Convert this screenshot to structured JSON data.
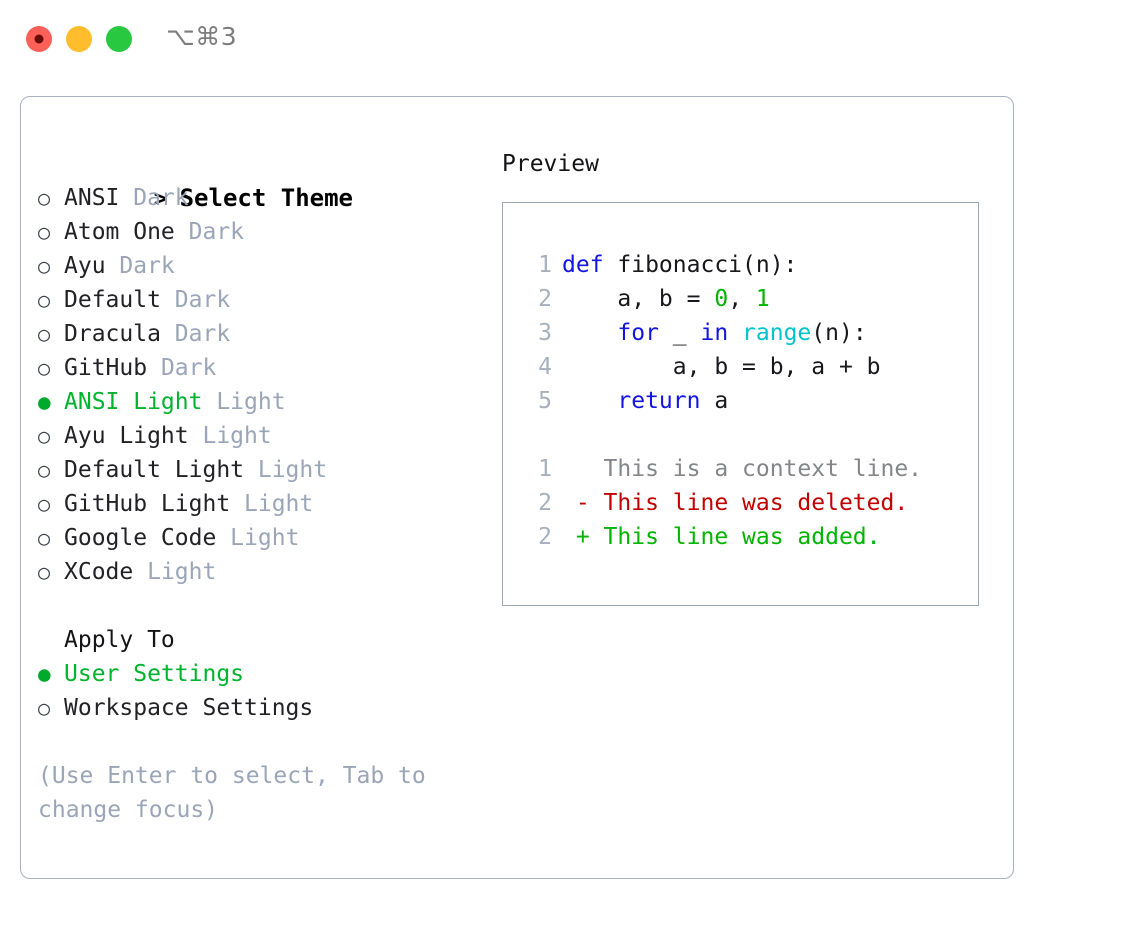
{
  "window": {
    "title": "⌥⌘3",
    "traffic_lights": [
      "close-red",
      "minimize-yellow",
      "maximize-green"
    ]
  },
  "theme_picker": {
    "header_marker": ">",
    "header_label": "Select Theme",
    "radio_empty": "○",
    "radio_filled": "●",
    "items": [
      {
        "name": "ANSI",
        "badge": "Dark",
        "selected": false
      },
      {
        "name": "Atom One",
        "badge": "Dark",
        "selected": false
      },
      {
        "name": "Ayu",
        "badge": "Dark",
        "selected": false
      },
      {
        "name": "Default",
        "badge": "Dark",
        "selected": false
      },
      {
        "name": "Dracula",
        "badge": "Dark",
        "selected": false
      },
      {
        "name": "GitHub",
        "badge": "Dark",
        "selected": false
      },
      {
        "name": "ANSI Light",
        "badge": "Light",
        "selected": true
      },
      {
        "name": "Ayu Light",
        "badge": "Light",
        "selected": false
      },
      {
        "name": "Default Light",
        "badge": "Light",
        "selected": false
      },
      {
        "name": "GitHub Light",
        "badge": "Light",
        "selected": false
      },
      {
        "name": "Google Code",
        "badge": "Light",
        "selected": false
      },
      {
        "name": "XCode",
        "badge": "Light",
        "selected": false
      }
    ]
  },
  "apply_to": {
    "heading": "Apply To",
    "options": [
      {
        "name": "User Settings",
        "selected": true
      },
      {
        "name": "Workspace Settings",
        "selected": false
      }
    ]
  },
  "hint": "(Use Enter to select, Tab to change focus)",
  "preview": {
    "title": "Preview",
    "code_lines": [
      {
        "no": "1",
        "tokens": [
          {
            "t": "def ",
            "c": "kw"
          },
          {
            "t": "fibonacci(n):",
            "c": "plain"
          }
        ]
      },
      {
        "no": "2",
        "tokens": [
          {
            "t": "    a, b = ",
            "c": "plain"
          },
          {
            "t": "0",
            "c": "num"
          },
          {
            "t": ", ",
            "c": "plain"
          },
          {
            "t": "1",
            "c": "num"
          }
        ]
      },
      {
        "no": "3",
        "tokens": [
          {
            "t": "    ",
            "c": "plain"
          },
          {
            "t": "for",
            "c": "kw"
          },
          {
            "t": " _ ",
            "c": "plain"
          },
          {
            "t": "in",
            "c": "kw"
          },
          {
            "t": " ",
            "c": "plain"
          },
          {
            "t": "range",
            "c": "fn"
          },
          {
            "t": "(n):",
            "c": "plain"
          }
        ]
      },
      {
        "no": "4",
        "tokens": [
          {
            "t": "        a, b = b, a + b",
            "c": "plain"
          }
        ]
      },
      {
        "no": "5",
        "tokens": [
          {
            "t": "    ",
            "c": "plain"
          },
          {
            "t": "return",
            "c": "kw"
          },
          {
            "t": " a",
            "c": "plain"
          }
        ]
      }
    ],
    "diff_lines": [
      {
        "no": "1",
        "sign": " ",
        "text": "This is a context line.",
        "kind": "ctx"
      },
      {
        "no": "2",
        "sign": "-",
        "text": "This line was deleted.",
        "kind": "del"
      },
      {
        "no": "2",
        "sign": "+",
        "text": "This line was added.",
        "kind": "add"
      }
    ]
  },
  "colors": {
    "selected_green": "#00b32d",
    "badge_gray": "#9aa5b8",
    "keyword_blue": "#1414e0",
    "function_cyan": "#00c3cf",
    "number_green": "#00b400",
    "diff_delete_red": "#c30000",
    "diff_add_green": "#00b400",
    "border_gray": "#a7b2c2"
  }
}
